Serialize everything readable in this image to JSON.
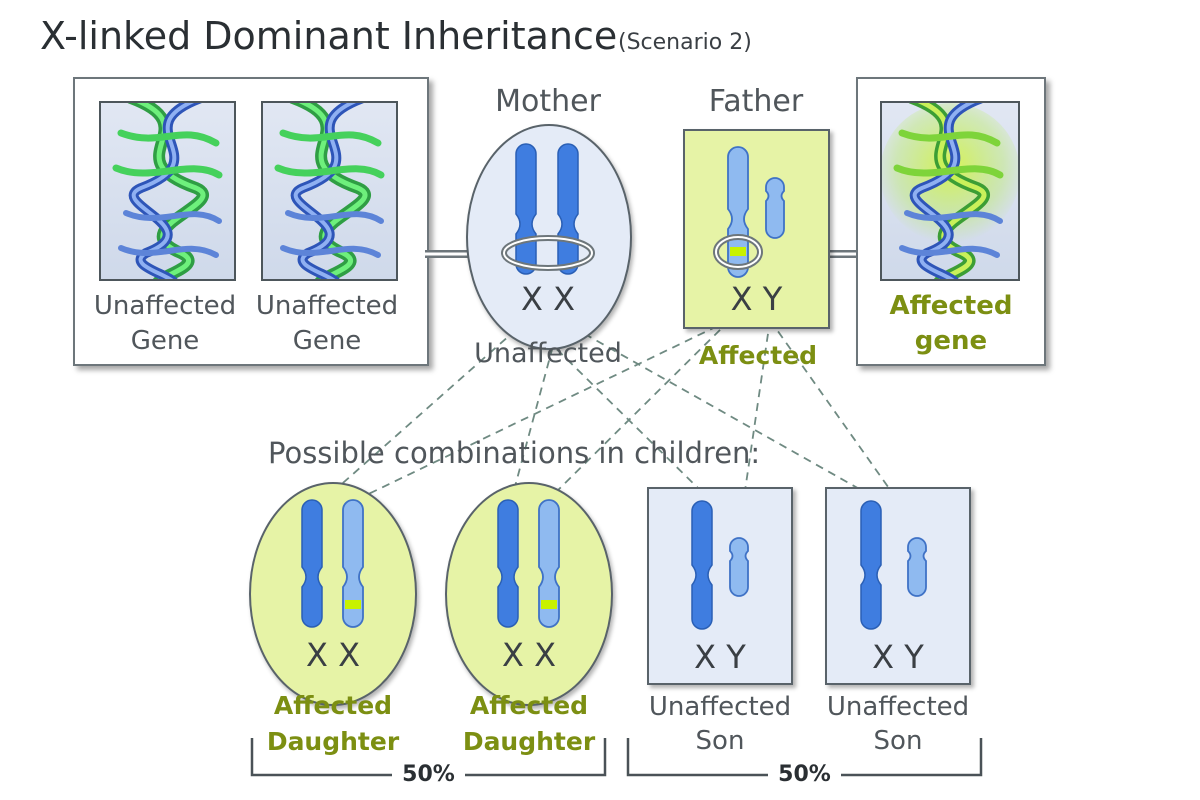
{
  "title": "X-linked Dominant Inheritance",
  "subtitle": "(Scenario 2)",
  "left_panel": {
    "genes": [
      {
        "label_line1": "Unaffected",
        "label_line2": "Gene"
      },
      {
        "label_line1": "Unaffected",
        "label_line2": "Gene"
      }
    ]
  },
  "right_panel": {
    "gene": {
      "label_line1": "Affected",
      "label_line2": "gene"
    }
  },
  "mother": {
    "title": "Mother",
    "chromosomes": "X X",
    "status": "Unaffected"
  },
  "father": {
    "title": "Father",
    "chromosomes": "X Y",
    "status": "Affected"
  },
  "children_heading": "Possible combinations in children:",
  "children": [
    {
      "chromosomes": "X X",
      "line1": "Affected",
      "line2": "Daughter"
    },
    {
      "chromosomes": "X X",
      "line1": "Affected",
      "line2": "Daughter"
    },
    {
      "chromosomes": "X Y",
      "line1": "Unaffected",
      "line2": "Son"
    },
    {
      "chromosomes": "X Y",
      "line1": "Unaffected",
      "line2": "Son"
    }
  ],
  "groups": [
    {
      "percent": "50%"
    },
    {
      "percent": "50%"
    }
  ],
  "colors": {
    "x_chromosome": "#3f7de0",
    "x_chromosome_light": "#8fbaf0",
    "affected_marker": "#c8f200",
    "affected_bg": "#e6f3a6",
    "unaffected_bg": "#e4ebf7",
    "affected_text": "#7c8f12",
    "dna_green": "#3ecf5a",
    "dna_blue": "#5f86d8"
  }
}
